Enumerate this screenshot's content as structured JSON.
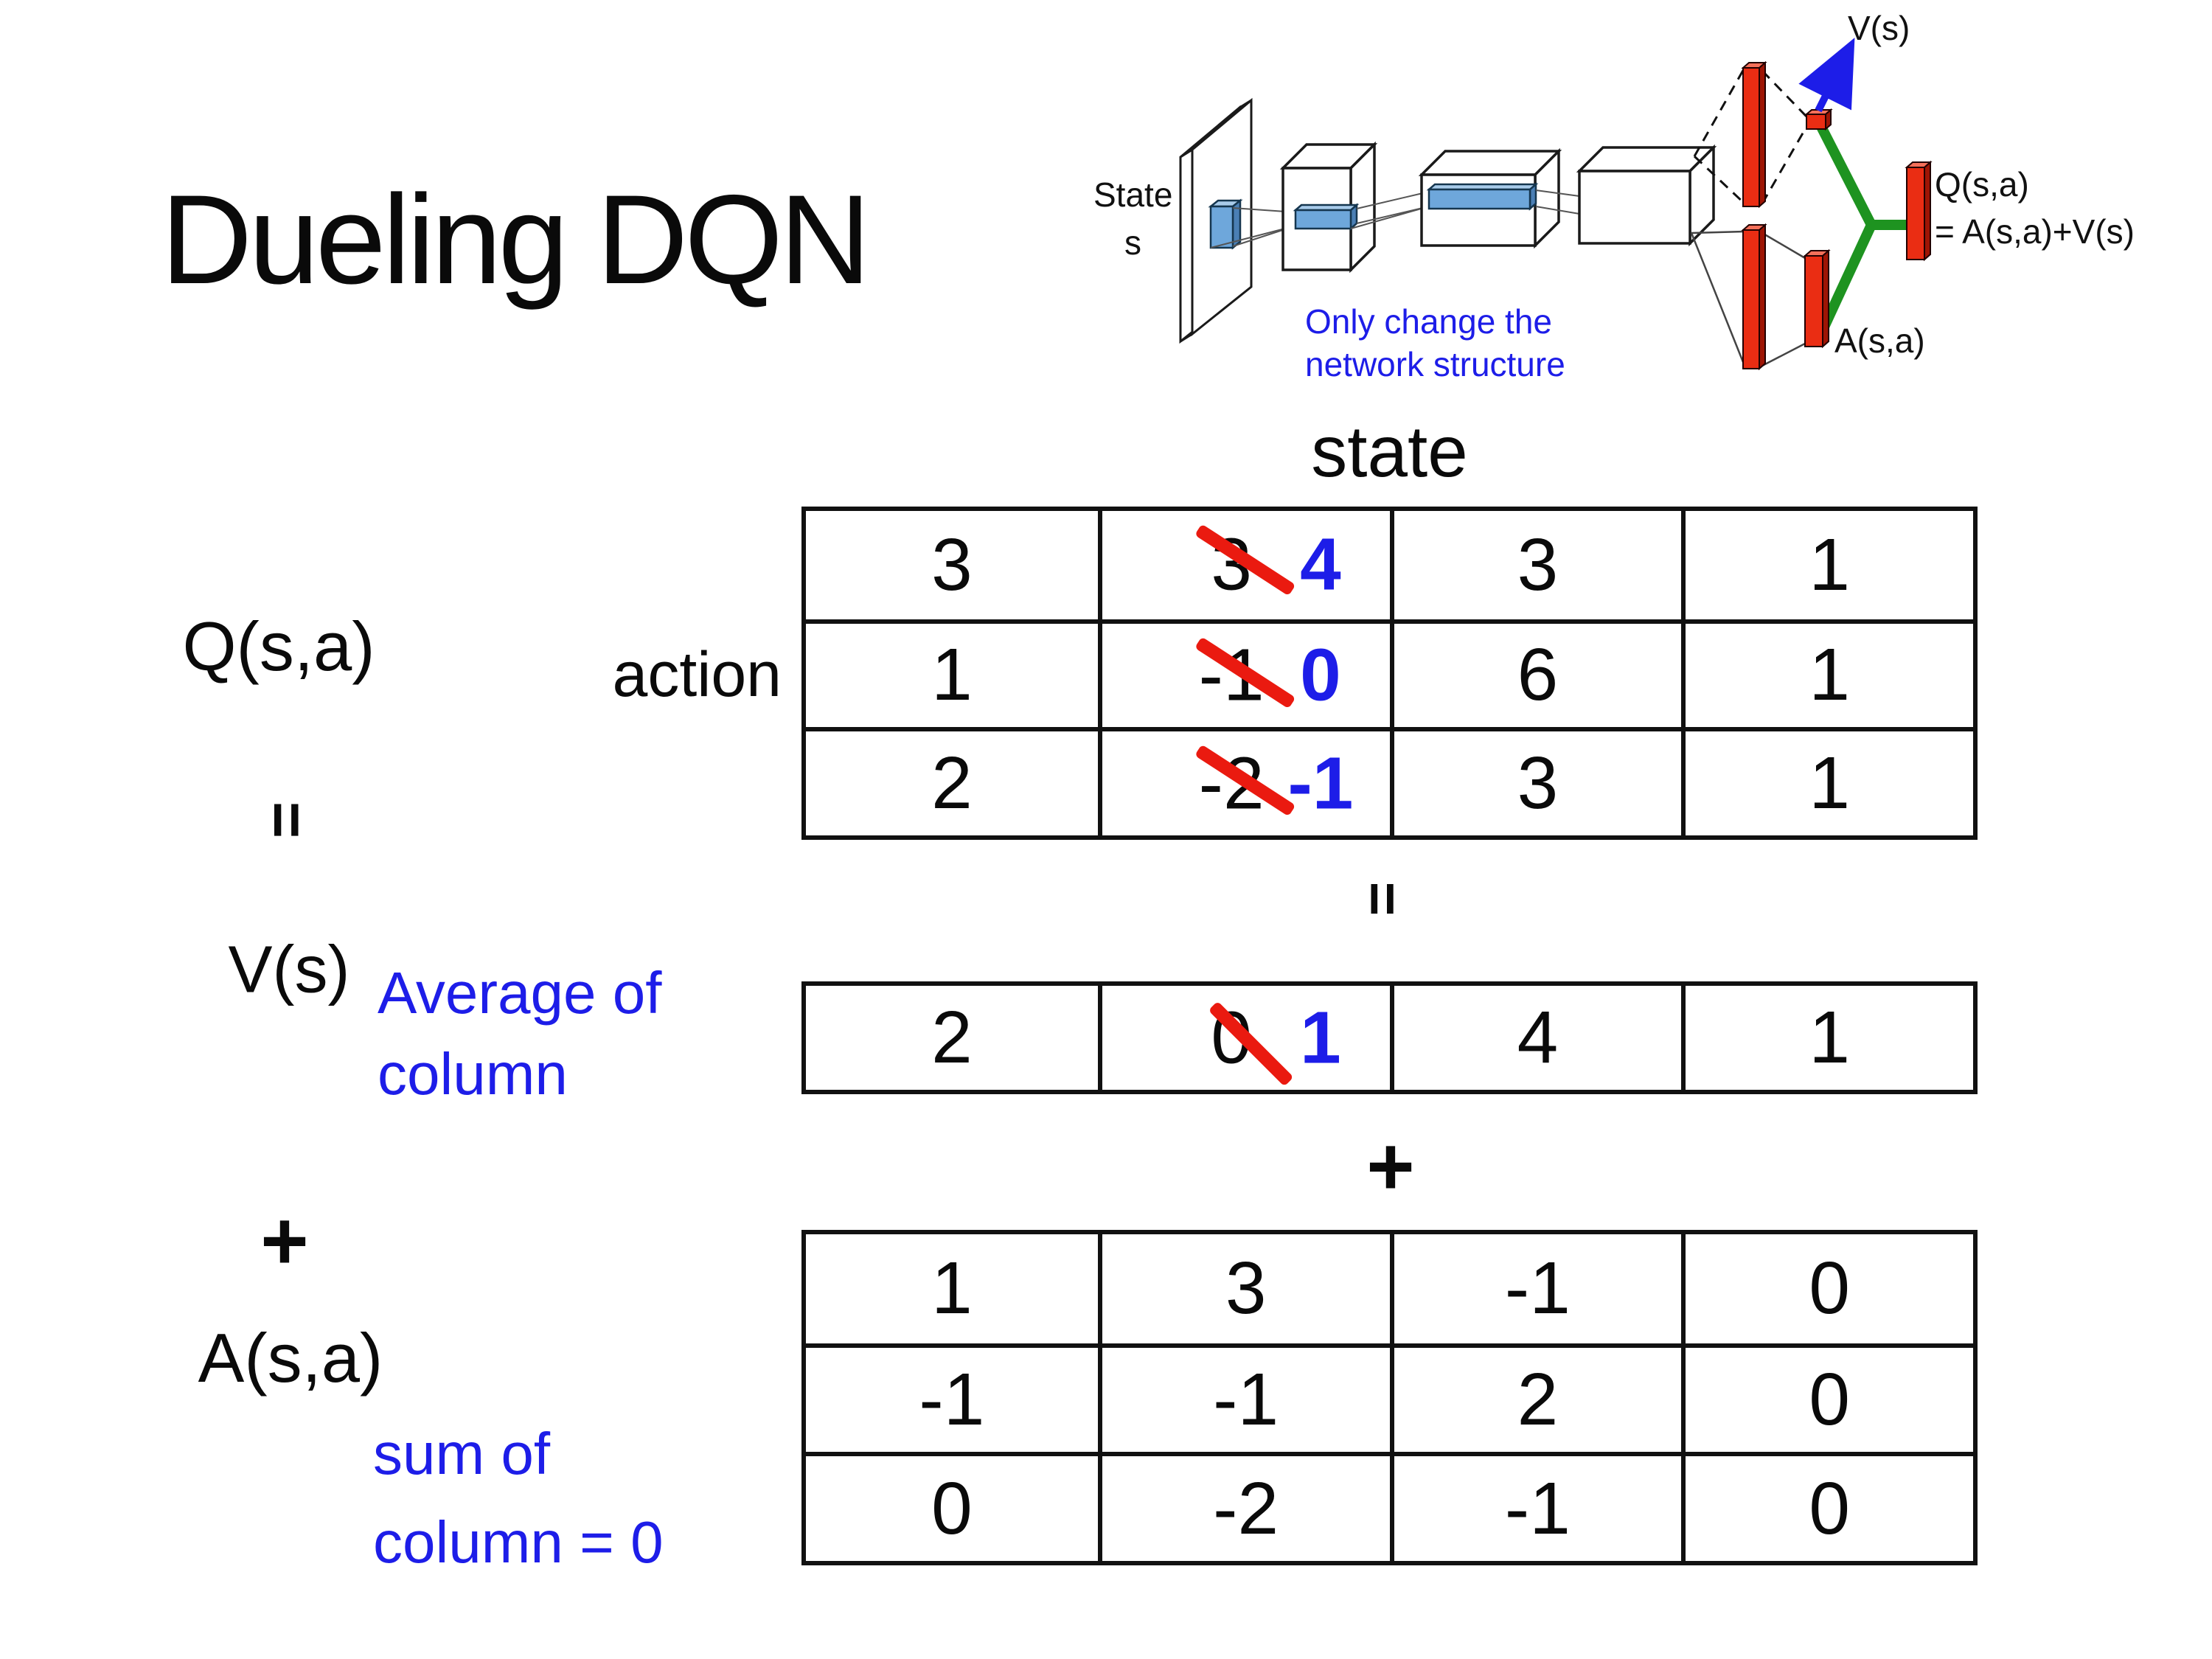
{
  "slide": {
    "title": "Dueling DQN",
    "state_header": "state",
    "action_label": "action",
    "q_label": "Q(s,a)",
    "v_label": "V(s)",
    "a_label": "A(s,a)",
    "avg_note": {
      "line1": "Average of",
      "line2": "column"
    },
    "sum_note": {
      "line1": "sum of",
      "line2": "column = 0"
    },
    "operators": {
      "equals": "=",
      "plus": "+"
    }
  },
  "diagram": {
    "state_line1": "State",
    "state_line2": "s",
    "note_line1": "Only change the",
    "note_line2": "network structure",
    "v_out_label": "V(s)",
    "a_out_label": "A(s,a)",
    "q_out_line1": "Q(s,a)",
    "q_out_line2": "= A(s,a)+V(s)"
  },
  "q_table": {
    "rows": [
      {
        "c1": "3",
        "old": "3",
        "new": "4",
        "c3": "3",
        "c4": "1"
      },
      {
        "c1": "1",
        "old": "-1",
        "new": "0",
        "c3": "6",
        "c4": "1"
      },
      {
        "c1": "2",
        "old": "-2",
        "new": "-1",
        "c3": "3",
        "c4": "1"
      }
    ]
  },
  "v_row": {
    "c1": "2",
    "old": "0",
    "new": "1",
    "c3": "4",
    "c4": "1"
  },
  "a_table": {
    "rows": [
      {
        "c1": "1",
        "c2": "3",
        "c3": "-1",
        "c4": "0"
      },
      {
        "c1": "-1",
        "c2": "-1",
        "c3": "2",
        "c4": "0"
      },
      {
        "c1": "0",
        "c2": "-2",
        "c3": "-1",
        "c4": "0"
      }
    ]
  },
  "colors": {
    "annotation_blue": "#1d1de8",
    "slash_red": "#ea1a10",
    "bar_red": "#ea2d13",
    "link_green": "#1e9320",
    "conv_blue": "#6ea7db"
  }
}
